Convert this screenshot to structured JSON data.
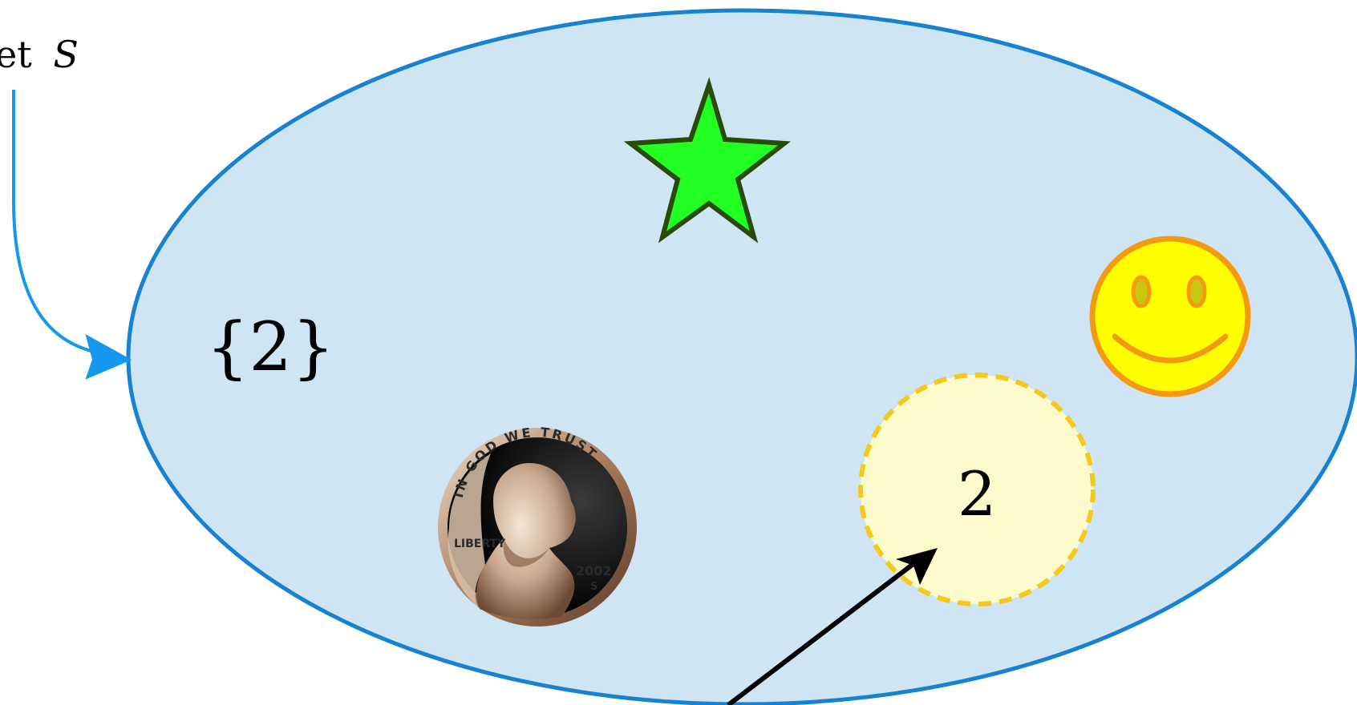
{
  "set_label": {
    "prefix": "et",
    "variable": "S"
  },
  "set_notation": "{2}",
  "element_two": "2",
  "penny": {
    "motto": "IN GOD WE TRUST",
    "liberty": "LIBERTY",
    "year": "2002",
    "mint": "S"
  },
  "colors": {
    "set_fill": "#cfe5f3",
    "set_stroke": "#1781d2",
    "label_arrow": "#1697f0",
    "star_fill": "#22ff22",
    "star_stroke": "#2a4a08",
    "smiley_fill": "#ffff00",
    "smiley_stroke": "#f39a10",
    "two_circle_fill": "#fdfbcc",
    "two_circle_stroke": "#f5c81c",
    "pointer_arrow": "#000000"
  },
  "icons": [
    "star-icon",
    "smiley-face-icon",
    "penny-coin-icon"
  ]
}
